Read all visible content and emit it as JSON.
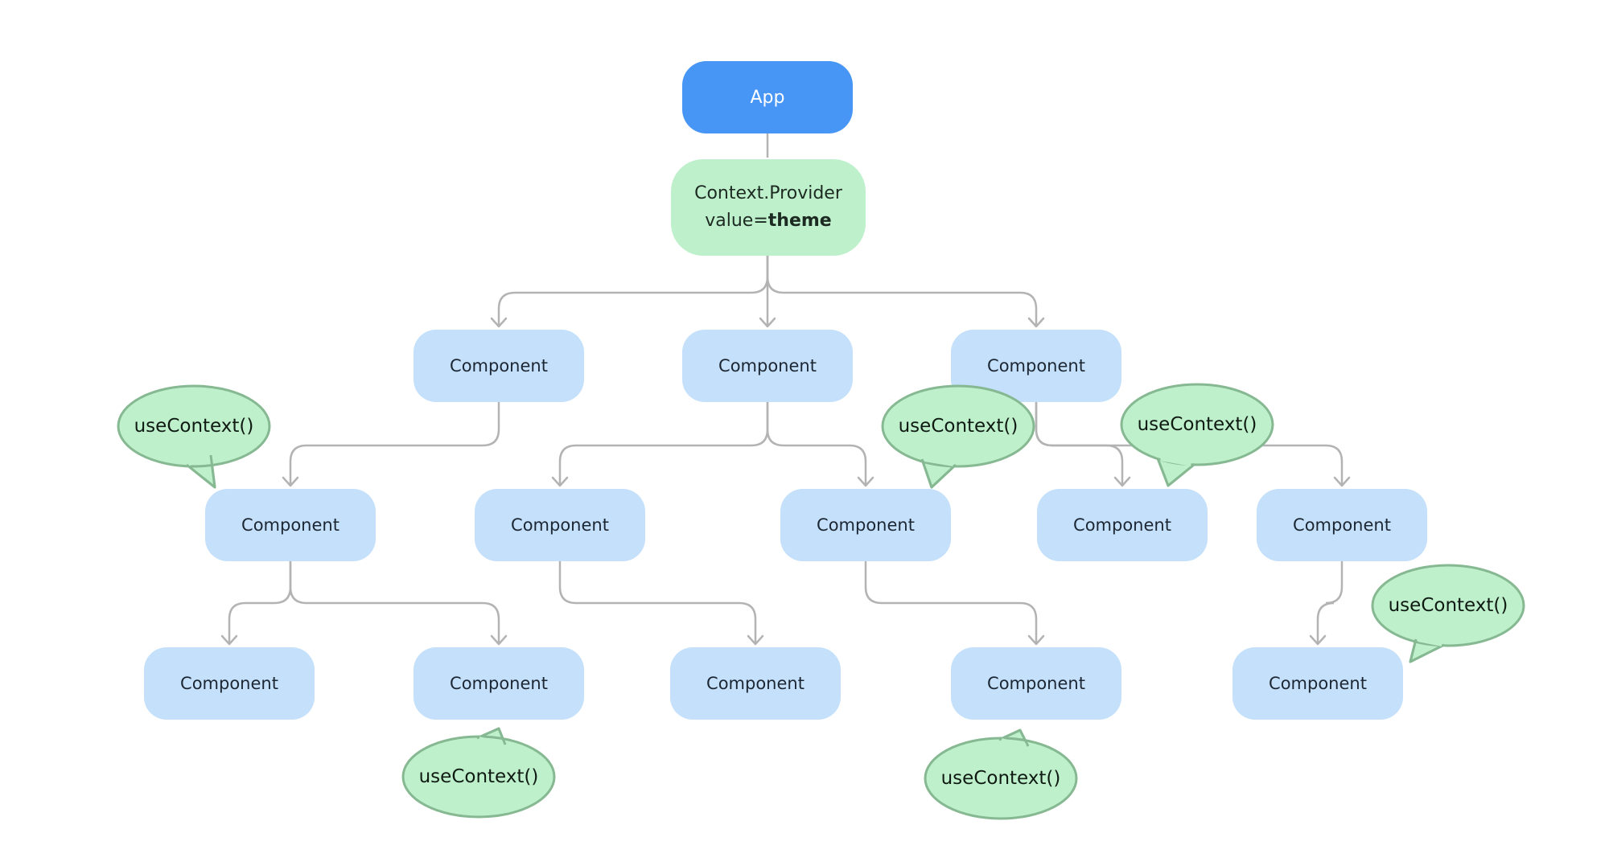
{
  "colors": {
    "app_fill": "#4796f5",
    "provider_fill": "#bef0cc",
    "component_fill": "#c4e0fb",
    "bubble_fill": "#bff0cc",
    "bubble_stroke": "#86b892",
    "connector": "#b3b3b3"
  },
  "root": {
    "label": "App"
  },
  "provider": {
    "line1": "Context.Provider",
    "line2_prefix": "value=",
    "line2_bold": "theme"
  },
  "components": [
    {
      "label": "Component"
    },
    {
      "label": "Component"
    },
    {
      "label": "Component"
    },
    {
      "label": "Component"
    },
    {
      "label": "Component"
    },
    {
      "label": "Component"
    },
    {
      "label": "Component"
    },
    {
      "label": "Component"
    },
    {
      "label": "Component"
    },
    {
      "label": "Component"
    },
    {
      "label": "Component"
    },
    {
      "label": "Component"
    },
    {
      "label": "Component"
    }
  ],
  "bubbles": [
    {
      "label": "useContext()"
    },
    {
      "label": "useContext()"
    },
    {
      "label": "useContext()"
    },
    {
      "label": "useContext()"
    },
    {
      "label": "useContext()"
    },
    {
      "label": "useContext()"
    }
  ]
}
